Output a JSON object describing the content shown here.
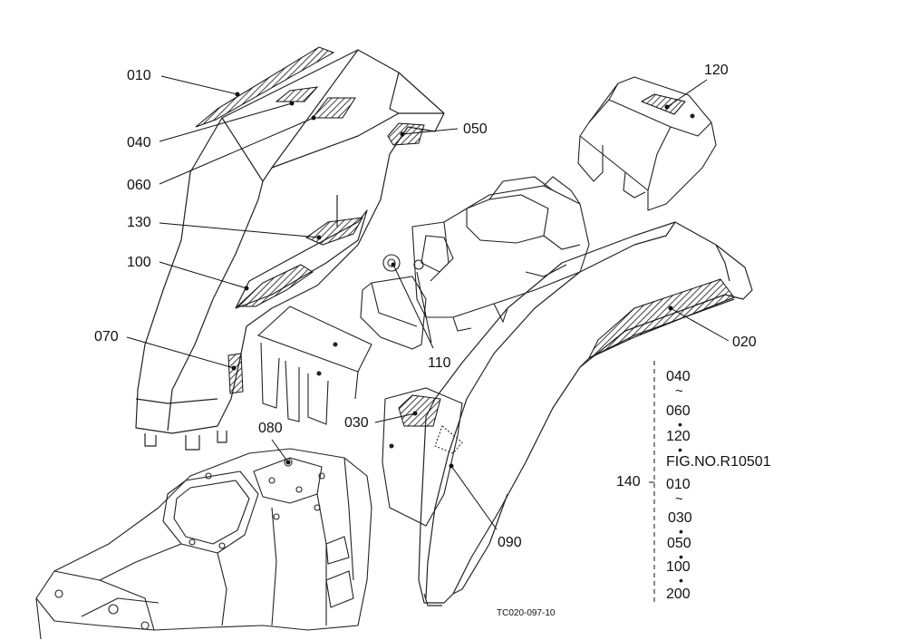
{
  "callouts": {
    "c010": "010",
    "c040": "040",
    "c060": "060",
    "c130": "130",
    "c100": "100",
    "c070": "070",
    "c080": "080",
    "c050": "050",
    "c120": "120",
    "c110": "110",
    "c020": "020",
    "c030": "030",
    "c090": "090",
    "c140": "140"
  },
  "applicability": {
    "l1": "040",
    "l2": "~",
    "l3": "060",
    "l4": "•",
    "l5": "120",
    "l6": "•",
    "l7": "FIG.NO.R10501",
    "l8": "010",
    "l9": "~",
    "l10": "030",
    "l11": "•",
    "l12": "050",
    "l13": "•",
    "l14": "100",
    "l15": "•",
    "l16": "200"
  },
  "drawing_code": "TC020-097-10"
}
